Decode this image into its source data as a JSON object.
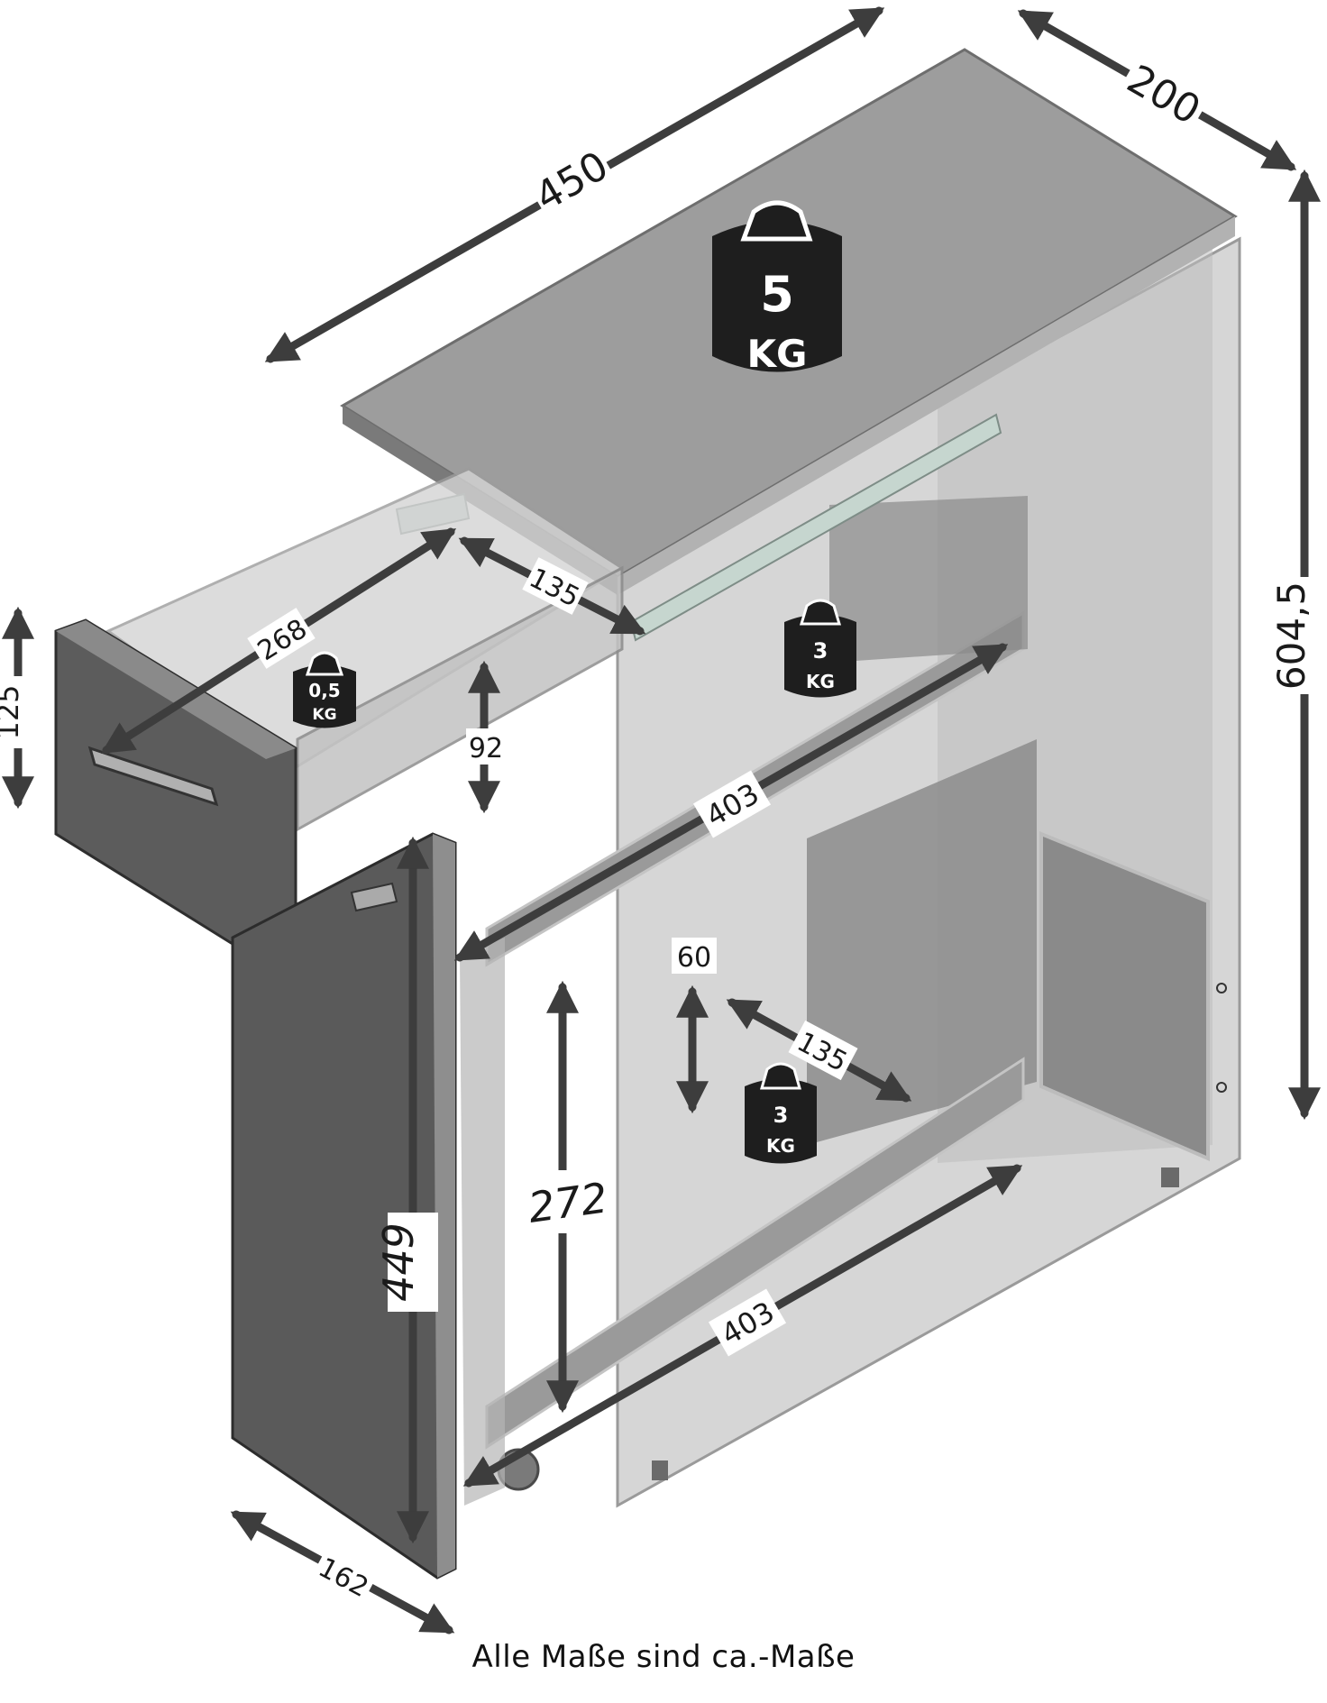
{
  "colors": {
    "panel_top": "#9c9c9c",
    "panel_side_glass": "#d0d0d0",
    "panel_dark": "#5a5a5a",
    "panel_mid": "#8a8a8a",
    "arrow": "#3d3d3d",
    "weight_fill": "#1e1e1e",
    "weight_text": "#ffffff",
    "rail": "#c8d8d0"
  },
  "dimensions": {
    "depth_total": "450",
    "width_total": "200",
    "height_total": "604,5",
    "drawer_height": "125",
    "drawer_depth": "268",
    "drawer_width": "135",
    "drawer_inner_height": "92",
    "shelf_depth_upper": "403",
    "shelf_depth_lower": "403",
    "basket_height": "272",
    "door_height": "449",
    "basket_rail_height": "60",
    "basket_width": "135",
    "door_width": "162"
  },
  "weights": {
    "top": {
      "value": "5",
      "unit": "KG"
    },
    "drawer": {
      "value": "0,5",
      "unit": "KG"
    },
    "upper_shelf": {
      "value": "3",
      "unit": "KG"
    },
    "lower_shelf": {
      "value": "3",
      "unit": "KG"
    }
  },
  "caption": "Alle Maße sind ca.-Maße"
}
